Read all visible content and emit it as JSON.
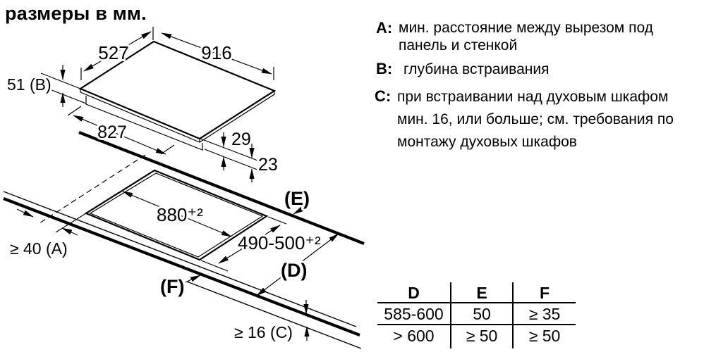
{
  "title": "размеры в мм.",
  "drawing": {
    "dim_527": "527",
    "dim_916": "916",
    "dim_51b": "51 (B)",
    "dim_827": "827",
    "dim_29": "29",
    "dim_23": "23",
    "dim_880": "880⁺²",
    "dim_490": "490-500⁺²",
    "dim_40a": "≥ 40 (A)",
    "dim_16c": "≥ 16 (C)",
    "label_e": "(E)",
    "label_d": "(D)",
    "label_f": "(F)"
  },
  "legend": {
    "a_key": "A:",
    "a_line1": "мин. расстояние между вырезом под",
    "a_line2": "панель и стенкой",
    "b_key": "B:",
    "b_line1": "глубина встраивания",
    "c_key": "C:",
    "c_line1": "при встраивании над духовым шкафом",
    "c_line2": "мин. 16, или больше; см. требования по",
    "c_line3": "монтажу духовых шкафов"
  },
  "table": {
    "headers": [
      "D",
      "E",
      "F"
    ],
    "rows": [
      [
        "585-600",
        "50",
        "≥ 35"
      ],
      [
        "> 600",
        "≥ 50",
        "≥ 50"
      ]
    ]
  }
}
